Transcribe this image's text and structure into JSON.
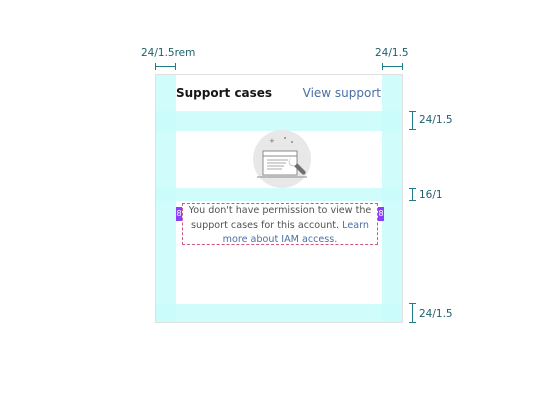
{
  "specs": {
    "horizontal_padding_left": "24/1.5rem",
    "horizontal_padding_right": "24/1.5",
    "top_spacing": "24/1.5",
    "illustration_spacing": "16/1",
    "bottom_spacing": "24/1.5",
    "side_tag": "8"
  },
  "card": {
    "title": "Support cases",
    "link": "View support",
    "message_prefix": "You don't have permission to view the support cases for this account. ",
    "message_link": "Learn more about IAM access."
  },
  "colors": {
    "spacing_overlay": "#c9fbfb",
    "link": "#4a6fa5",
    "tag": "#8a3ffc",
    "dashed_outline": "#d0587e"
  },
  "icons": [
    "browser-window-wrench-illustration"
  ]
}
